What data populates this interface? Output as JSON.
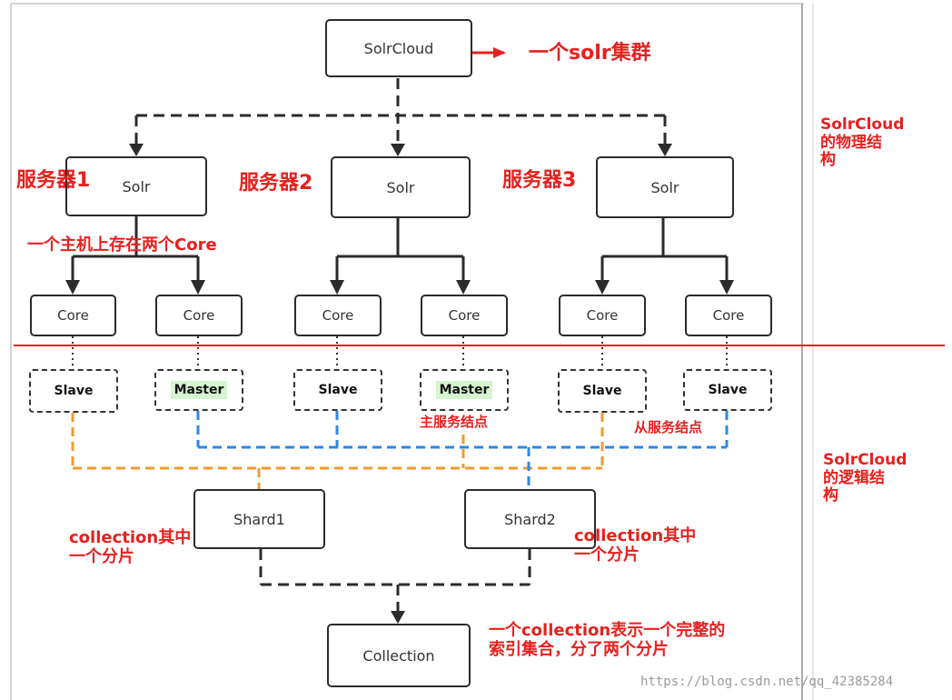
{
  "nodes": {
    "solrcloud": "SolrCloud",
    "solr1": "Solr",
    "solr2": "Solr",
    "solr3": "Solr",
    "core1": "Core",
    "core2": "Core",
    "core3": "Core",
    "core4": "Core",
    "core5": "Core",
    "core6": "Core",
    "role1": "Slave",
    "role2": "Master",
    "role3": "Slave",
    "role4": "Master",
    "role5": "Slave",
    "role6": "Slave",
    "shard1": "Shard1",
    "shard2": "Shard2",
    "collection": "Collection"
  },
  "annotations": {
    "cluster": "一个solr集群",
    "server1": "服务器1",
    "server2": "服务器2",
    "server3": "服务器3",
    "two_cores": "一个主机上存在两个Core",
    "master_node": "主服务结点",
    "slave_node": "从服务结点",
    "shard1_line1": "collection其中",
    "shard1_line2": "一个分片",
    "shard2_line1": "collection其中",
    "shard2_line2": "一个分片",
    "collection_line1": "一个collection表示一个完整的",
    "collection_line2": "索引集合，分了两个分片",
    "physical_line1": "SolrCloud",
    "physical_line2": "的物理结",
    "physical_line3": "构",
    "logical_line1": "SolrCloud",
    "logical_line2": "的逻辑结",
    "logical_line3": "构"
  },
  "watermark": "https://blog.csdn.net/qq_42385284",
  "colors": {
    "annotation": "#e8201e",
    "master_fill": "#d5f5cf",
    "orange_link": "#f39a2e",
    "blue_link": "#2e86e6",
    "divider": "#e8201e"
  }
}
